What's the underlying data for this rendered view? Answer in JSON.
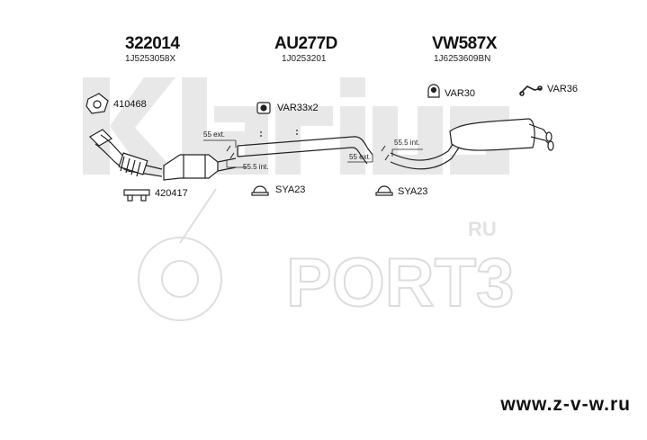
{
  "watermark": {
    "brand": "Klarius",
    "site_logo": "PORT3",
    "site_tld": "RU"
  },
  "sections": [
    {
      "code": "322014",
      "oem": "1J5253058X"
    },
    {
      "code": "AU277D",
      "oem": "1J0253201"
    },
    {
      "code": "VW587X",
      "oem": "1J6253609BN"
    }
  ],
  "parts": {
    "gasket": "410468",
    "bracket": "420417",
    "var33": "VAR33x2",
    "var30": "VAR30",
    "var36": "VAR36",
    "sya23_a": "SYA23",
    "sya23_b": "SYA23"
  },
  "dims": {
    "front_ext": "55 ext.",
    "front_int": "55.5 int.",
    "rear_ext": "55 ext.",
    "rear_int": "55.5 int."
  },
  "footer": {
    "url": "www.z-v-w.ru"
  },
  "colors": {
    "watermark": "#e6e6e6",
    "line": "#222222"
  }
}
